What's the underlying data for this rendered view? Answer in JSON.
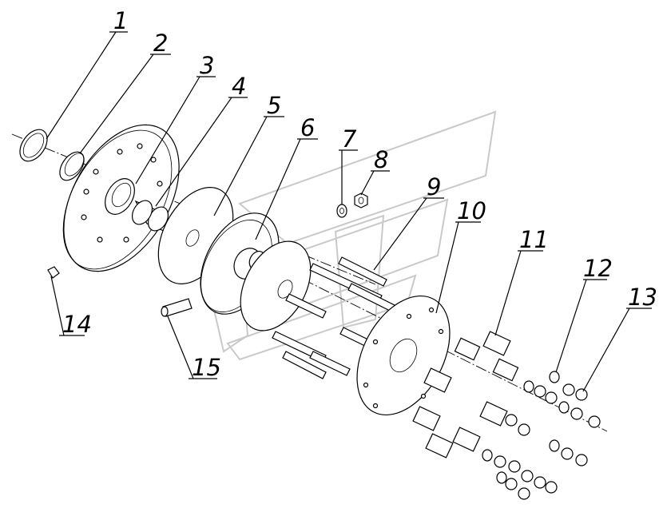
{
  "diagram": {
    "callouts": [
      {
        "number": "1"
      },
      {
        "number": "2"
      },
      {
        "number": "3"
      },
      {
        "number": "4"
      },
      {
        "number": "5"
      },
      {
        "number": "6"
      },
      {
        "number": "7"
      },
      {
        "number": "8"
      },
      {
        "number": "9"
      },
      {
        "number": "10"
      },
      {
        "number": "11"
      },
      {
        "number": "12"
      },
      {
        "number": "13"
      },
      {
        "number": "14"
      },
      {
        "number": "15"
      }
    ],
    "colors": {
      "line": "#000000",
      "background": "#ffffff",
      "watermark": "#c9c9c9"
    }
  }
}
